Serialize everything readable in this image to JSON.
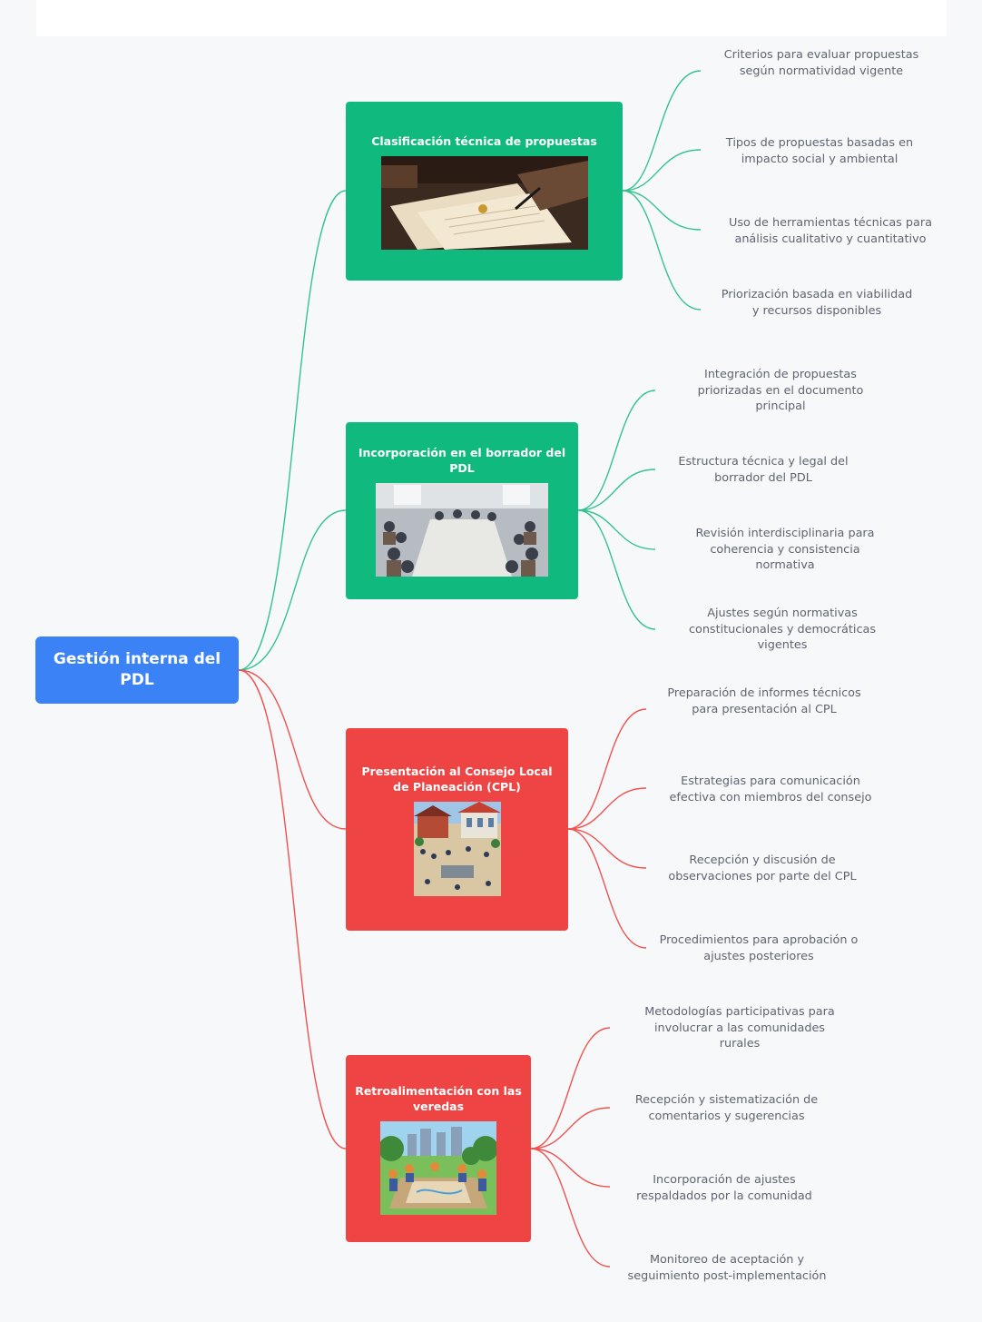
{
  "root": {
    "label": "Gestión interna del PDL",
    "color": "#3b82f6"
  },
  "branches": [
    {
      "title": "Clasificación técnica de propuestas",
      "color": "#10b97d",
      "image": "signing-documents-photo",
      "leaves": [
        "Criterios para evaluar propuestas según normatividad vigente",
        "Tipos de propuestas basadas en impacto social y ambiental",
        "Uso de herramientas técnicas para análisis cualitativo y cuantitativo",
        "Priorización basada en viabilidad y recursos disponibles"
      ]
    },
    {
      "title": "Incorporación en el borrador del PDL",
      "color": "#10b97d",
      "image": "meeting-room-photo",
      "leaves": [
        "Integración de propuestas priorizadas en el documento principal",
        "Estructura técnica y legal del borrador del PDL",
        "Revisión interdisciplinaria para coherencia y consistencia normativa",
        "Ajustes según normativas constitucionales y democráticas vigentes"
      ]
    },
    {
      "title": "Presentación al Consejo Local de Planeación (CPL)",
      "color": "#ef4444",
      "image": "town-hall-illustration",
      "leaves": [
        "Preparación de informes técnicos para presentación al CPL",
        "Estrategias para comunicación efectiva con miembros del consejo",
        "Recepción y discusión de observaciones por parte del CPL",
        "Procedimientos para aprobación o ajustes posteriores"
      ]
    },
    {
      "title": "Retroalimentación con las veredas",
      "color": "#ef4444",
      "image": "community-gathering-illustration",
      "leaves": [
        "Metodologías participativas para involucrar a las comunidades rurales",
        "Recepción y sistematización de comentarios y sugerencias",
        "Incorporación de ajustes respaldados por la comunidad",
        "Monitoreo de aceptación y seguimiento post-implementación"
      ]
    }
  ],
  "colors": {
    "green_line": "#34c38f",
    "red_line": "#ef5350",
    "leaf_text": "#5f6470",
    "background": "#f7f8fa"
  }
}
